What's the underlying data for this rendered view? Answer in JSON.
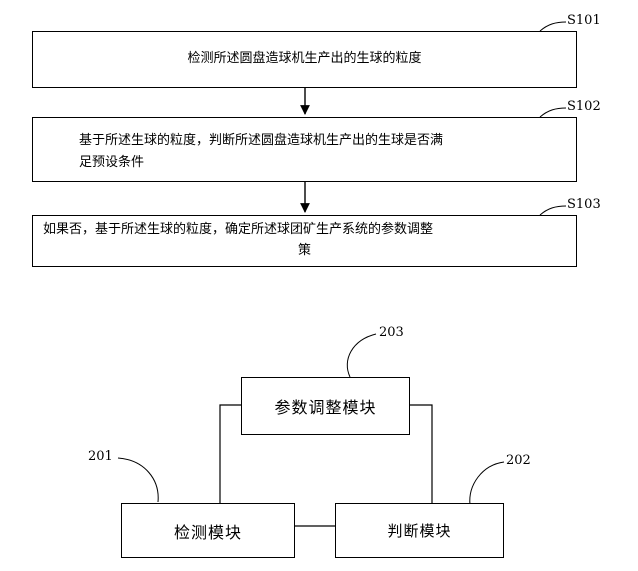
{
  "flowchart": {
    "steps": [
      {
        "id": "S101",
        "text": "检测所述圆盘造球机生产出的生球的粒度"
      },
      {
        "id": "S102",
        "line1": "基于所述生球的粒度，判断所述圆盘造球机生产出的生球是否满",
        "line2": "足预设条件"
      },
      {
        "id": "S103",
        "line1": "如果否，基于所述生球的粒度，确定所述球团矿生产系统的参数调整",
        "line2": "策"
      }
    ]
  },
  "block_diagram": {
    "modules": [
      {
        "ref": "203",
        "text": "参数调整模块"
      },
      {
        "ref": "201",
        "text": "检测模块"
      },
      {
        "ref": "202",
        "text": "判断模块"
      }
    ]
  }
}
